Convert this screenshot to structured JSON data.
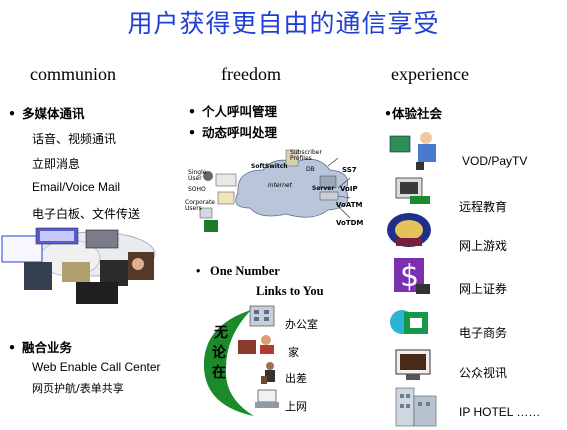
{
  "title": "用户获得更自由的通信享受",
  "columns": {
    "communion": {
      "heading": "communion",
      "bullet1": "多媒体通讯",
      "items": [
        "话音、视频通讯",
        "立即消息",
        "Email/Voice Mail",
        "电子白板、文件传送"
      ],
      "bullet2": "融合业务",
      "items2": [
        "Web Enable Call Center",
        "网页护航/表单共享"
      ]
    },
    "freedom": {
      "heading": "freedom",
      "bullets": [
        "个人呼叫管理",
        "动态呼叫处理"
      ],
      "network_labels": {
        "subscriber": "Subscriber Profiles",
        "db": "DB",
        "softswitch": "SoftSwitch",
        "internet": "Internet",
        "server": "Server",
        "single_user": "Single User",
        "soho": "SOHO",
        "corporate": "Corporate Users",
        "ss7": "SS7",
        "voip": "VoIP",
        "voatm": "VoATM",
        "votdm": "VoTDM"
      },
      "one_number_line1": "One Number",
      "one_number_line2": "Links to You",
      "anywhere_chars": [
        "无",
        "论",
        "在"
      ],
      "places": [
        "办公室",
        "家",
        "出差",
        "上网"
      ]
    },
    "experience": {
      "heading": "experience",
      "bullet": "体验社会",
      "items": [
        "VOD/PayTV",
        "远程教育",
        "网上游戏",
        "网上证券",
        "电子商务",
        "公众视讯",
        "IP HOTEL ……"
      ]
    }
  },
  "colors": {
    "title": "#1f3fd6",
    "accent_green": "#1b8a2a",
    "cloud": "#cfd8e8"
  }
}
